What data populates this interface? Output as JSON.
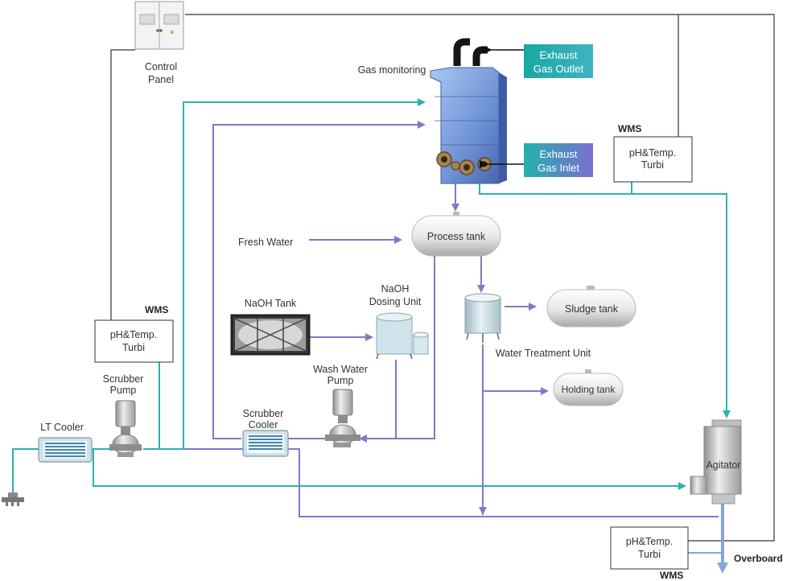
{
  "control_panel": {
    "line1": "Control",
    "line2": "Panel"
  },
  "gas_monitoring": "Gas monitoring",
  "exhaust_outlet": {
    "line1": "Exhaust",
    "line2": "Gas Outlet"
  },
  "exhaust_inlet": {
    "line1": "Exhaust",
    "line2": "Gas Inlet"
  },
  "wms_top": {
    "title": "WMS",
    "line1": "pH&Temp.",
    "line2": "Turbi"
  },
  "wms_left": {
    "title": "WMS",
    "line1": "pH&Temp.",
    "line2": "Turbi"
  },
  "wms_bottom": {
    "title": "WMS",
    "line1": "pH&Temp.",
    "line2": "Turbi"
  },
  "process_tank": "Process tank",
  "fresh_water": "Fresh Water",
  "naoh_tank": "NaOH Tank",
  "naoh_dosing": {
    "line1": "NaOH",
    "line2": "Dosing Unit"
  },
  "water_treatment": "Water Treatment Unit",
  "sludge_tank": "Sludge tank",
  "holding_tank": "Holding tank",
  "wash_water_pump": {
    "line1": "Wash Water",
    "line2": "Pump"
  },
  "scrubber_cooler": {
    "line1": "Scrubber",
    "line2": "Cooler"
  },
  "scrubber_pump": {
    "line1": "Scrubber",
    "line2": "Pump"
  },
  "lt_cooler": "LT Cooler",
  "agitator": "Agitator",
  "overboard": "Overboard",
  "colors": {
    "teal": "#2bb3ad",
    "purple": "#7b7bc8",
    "black": "#222222"
  }
}
